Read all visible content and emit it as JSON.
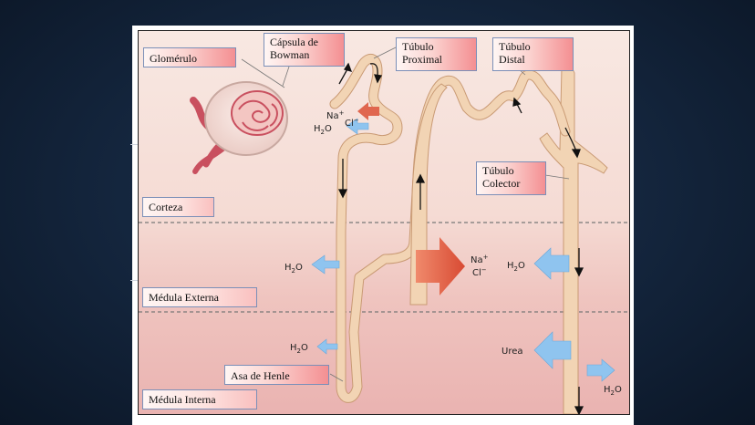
{
  "labels": {
    "glomerulo": "Glomérulo",
    "capsula_line1": "Cápsula de",
    "capsula_line2": "Bowman",
    "proximal_line1": "Túbulo",
    "proximal_line2": "Proximal",
    "distal_line1": "Túbulo",
    "distal_line2": "Distal",
    "colector_line1": "Túbulo",
    "colector_line2": "Colector",
    "asa": "Asa de Henle"
  },
  "zones": {
    "corteza": "Corteza",
    "medula_externa": "Médula Externa",
    "medula_interna": "Médula Interna"
  },
  "substances": {
    "na": "Na",
    "cl": "Cl",
    "h2o_h": "H",
    "h2o_o": "O",
    "sub2": "2",
    "plus": "+",
    "minus": "−",
    "urea": "Urea"
  },
  "colors": {
    "tubule": "#f2d4b4",
    "tubule_edge": "#c99a74",
    "water_arrow": "#8fc4ef",
    "ion_arrow": "#e0664f",
    "glomerulus": "#c9505f"
  }
}
